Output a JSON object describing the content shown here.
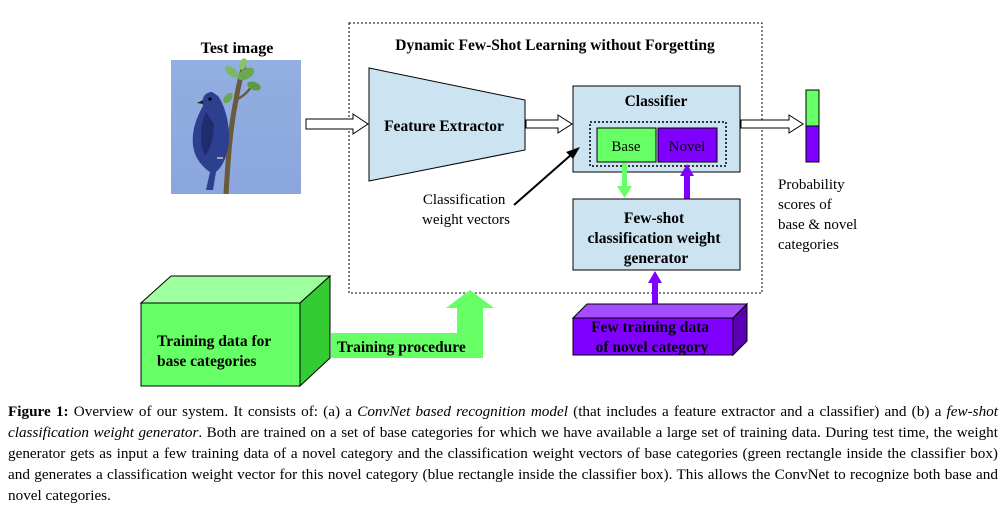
{
  "diagram": {
    "test_image_label": "Test image",
    "system_title": "Dynamic Few-Shot Learning without Forgetting",
    "feature_extractor_label": "Feature Extractor",
    "classifier_label": "Classifier",
    "base_label": "Base",
    "novel_label": "Novel",
    "weight_vectors_label": [
      "Classification",
      "weight vectors"
    ],
    "generator_label": [
      "Few-shot",
      "classification weight",
      "generator"
    ],
    "probability_label": [
      "Probability",
      "scores of",
      "base & novel",
      "categories"
    ],
    "training_base_label": [
      "Training data for",
      "base categories"
    ],
    "training_procedure_label": "Training procedure",
    "few_training_label": [
      "Few training data",
      "of novel category"
    ],
    "colors": {
      "box_blue": "#cce3f2",
      "green": "#66ff66",
      "purple": "#8000ff",
      "black": "#000000"
    }
  },
  "caption": {
    "figure_label": "Figure 1:",
    "parts": [
      " Overview of our system. It consists of: (a) a ",
      "ConvNet based recognition model",
      " (that includes a feature extractor and a classifier) and (b) a ",
      "few-shot classification weight generator",
      ". Both are trained on a set of base categories for which we have available a large set of training data. During test time, the weight generator gets as input a few training data of a novel category and the classification weight vectors of base categories (green rectangle inside the classifier box) and generates a classification weight vector for this novel category (blue rectangle inside the classifier box). This allows the ConvNet to recognize both base and novel categories."
    ]
  }
}
